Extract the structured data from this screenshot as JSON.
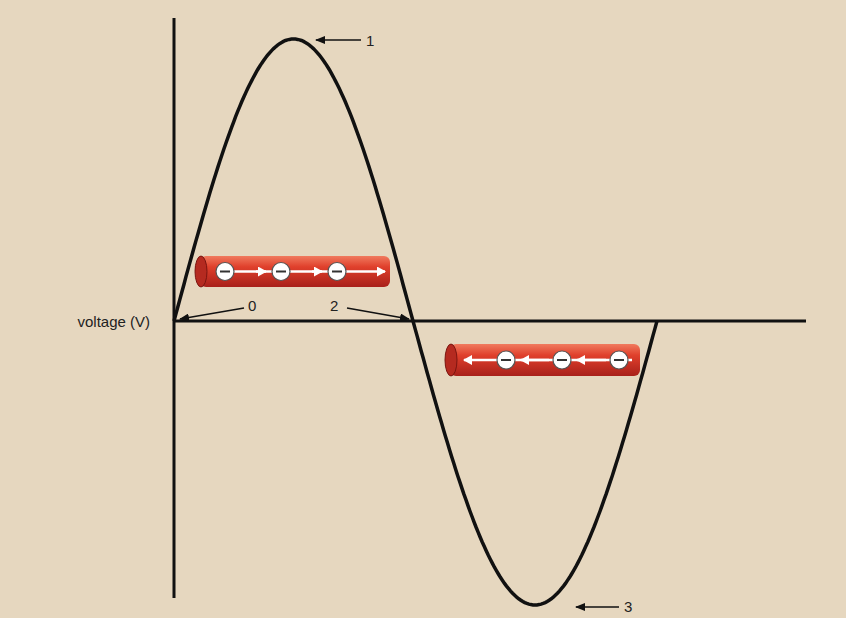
{
  "diagram": {
    "labels": [
      "1",
      "voltage (V)",
      "0",
      "2",
      "3"
    ]
  }
}
